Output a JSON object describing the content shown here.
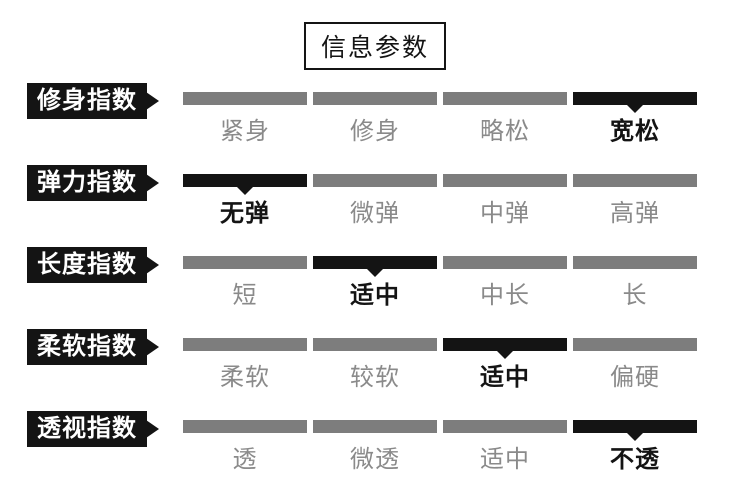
{
  "title": "信息参数",
  "colors": {
    "ink": "#141414",
    "bar": "#7d7d7d",
    "muted": "#8a8a8a",
    "background": "#ffffff"
  },
  "rows": [
    {
      "label": "修身指数",
      "options": [
        "紧身",
        "修身",
        "略松",
        "宽松"
      ],
      "selected_index": 3
    },
    {
      "label": "弹力指数",
      "options": [
        "无弹",
        "微弹",
        "中弹",
        "高弹"
      ],
      "selected_index": 0
    },
    {
      "label": "长度指数",
      "options": [
        "短",
        "适中",
        "中长",
        "长"
      ],
      "selected_index": 1
    },
    {
      "label": "柔软指数",
      "options": [
        "柔软",
        "较软",
        "适中",
        "偏硬"
      ],
      "selected_index": 2
    },
    {
      "label": "透视指数",
      "options": [
        "透",
        "微透",
        "适中",
        "不透"
      ],
      "selected_index": 3
    }
  ]
}
